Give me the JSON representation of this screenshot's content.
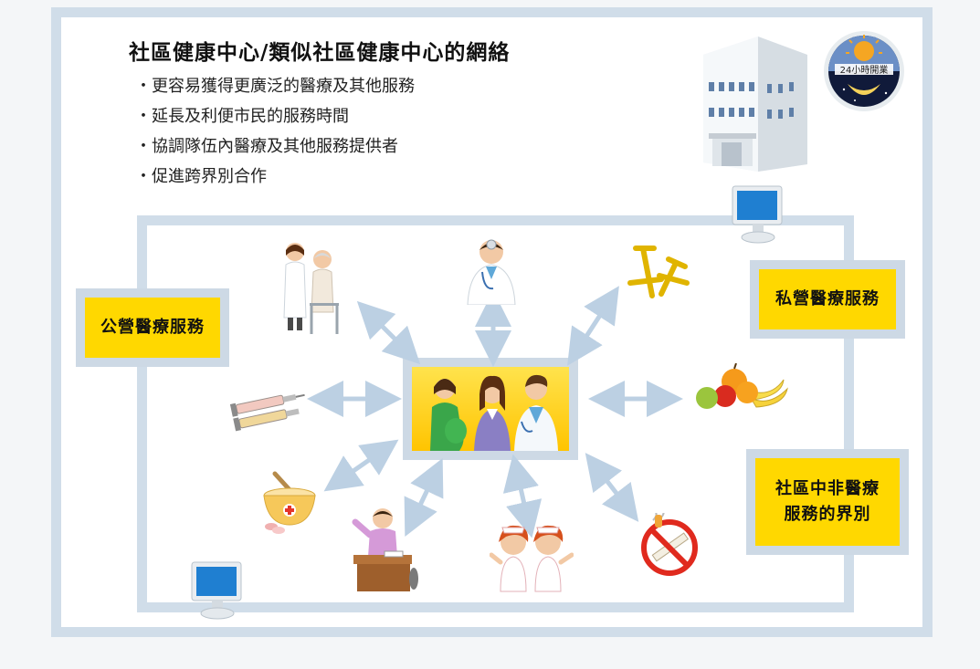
{
  "title": "社區健康中心/類似社區健康中心的網絡",
  "bullets": [
    "更容易獲得更廣泛的醫療及其他服務",
    "延長及利便市民的服務時間",
    "協調隊伍內醫療及其他服務提供者",
    "促進跨界別合作"
  ],
  "badge_text": "24小時開業",
  "labels": {
    "public": "公營醫療服務",
    "private": "私營醫療服務",
    "nonmedical_line1": "社區中非醫療",
    "nonmedical_line2": "服務的界別"
  },
  "colors": {
    "frame": "#d0dde9",
    "label_yellow": "#ffd800",
    "arrow": "#bcd0e3"
  },
  "icons": [
    "building-icon",
    "24-hour-badge-icon",
    "computer-icon",
    "elderly-care-icon",
    "doctor-icon",
    "crutches-icon",
    "syringe-icon",
    "fruit-icon",
    "medicine-bowl-icon",
    "teacher-icon",
    "nurses-icon",
    "no-smoking-icon",
    "patients-group-icon"
  ]
}
